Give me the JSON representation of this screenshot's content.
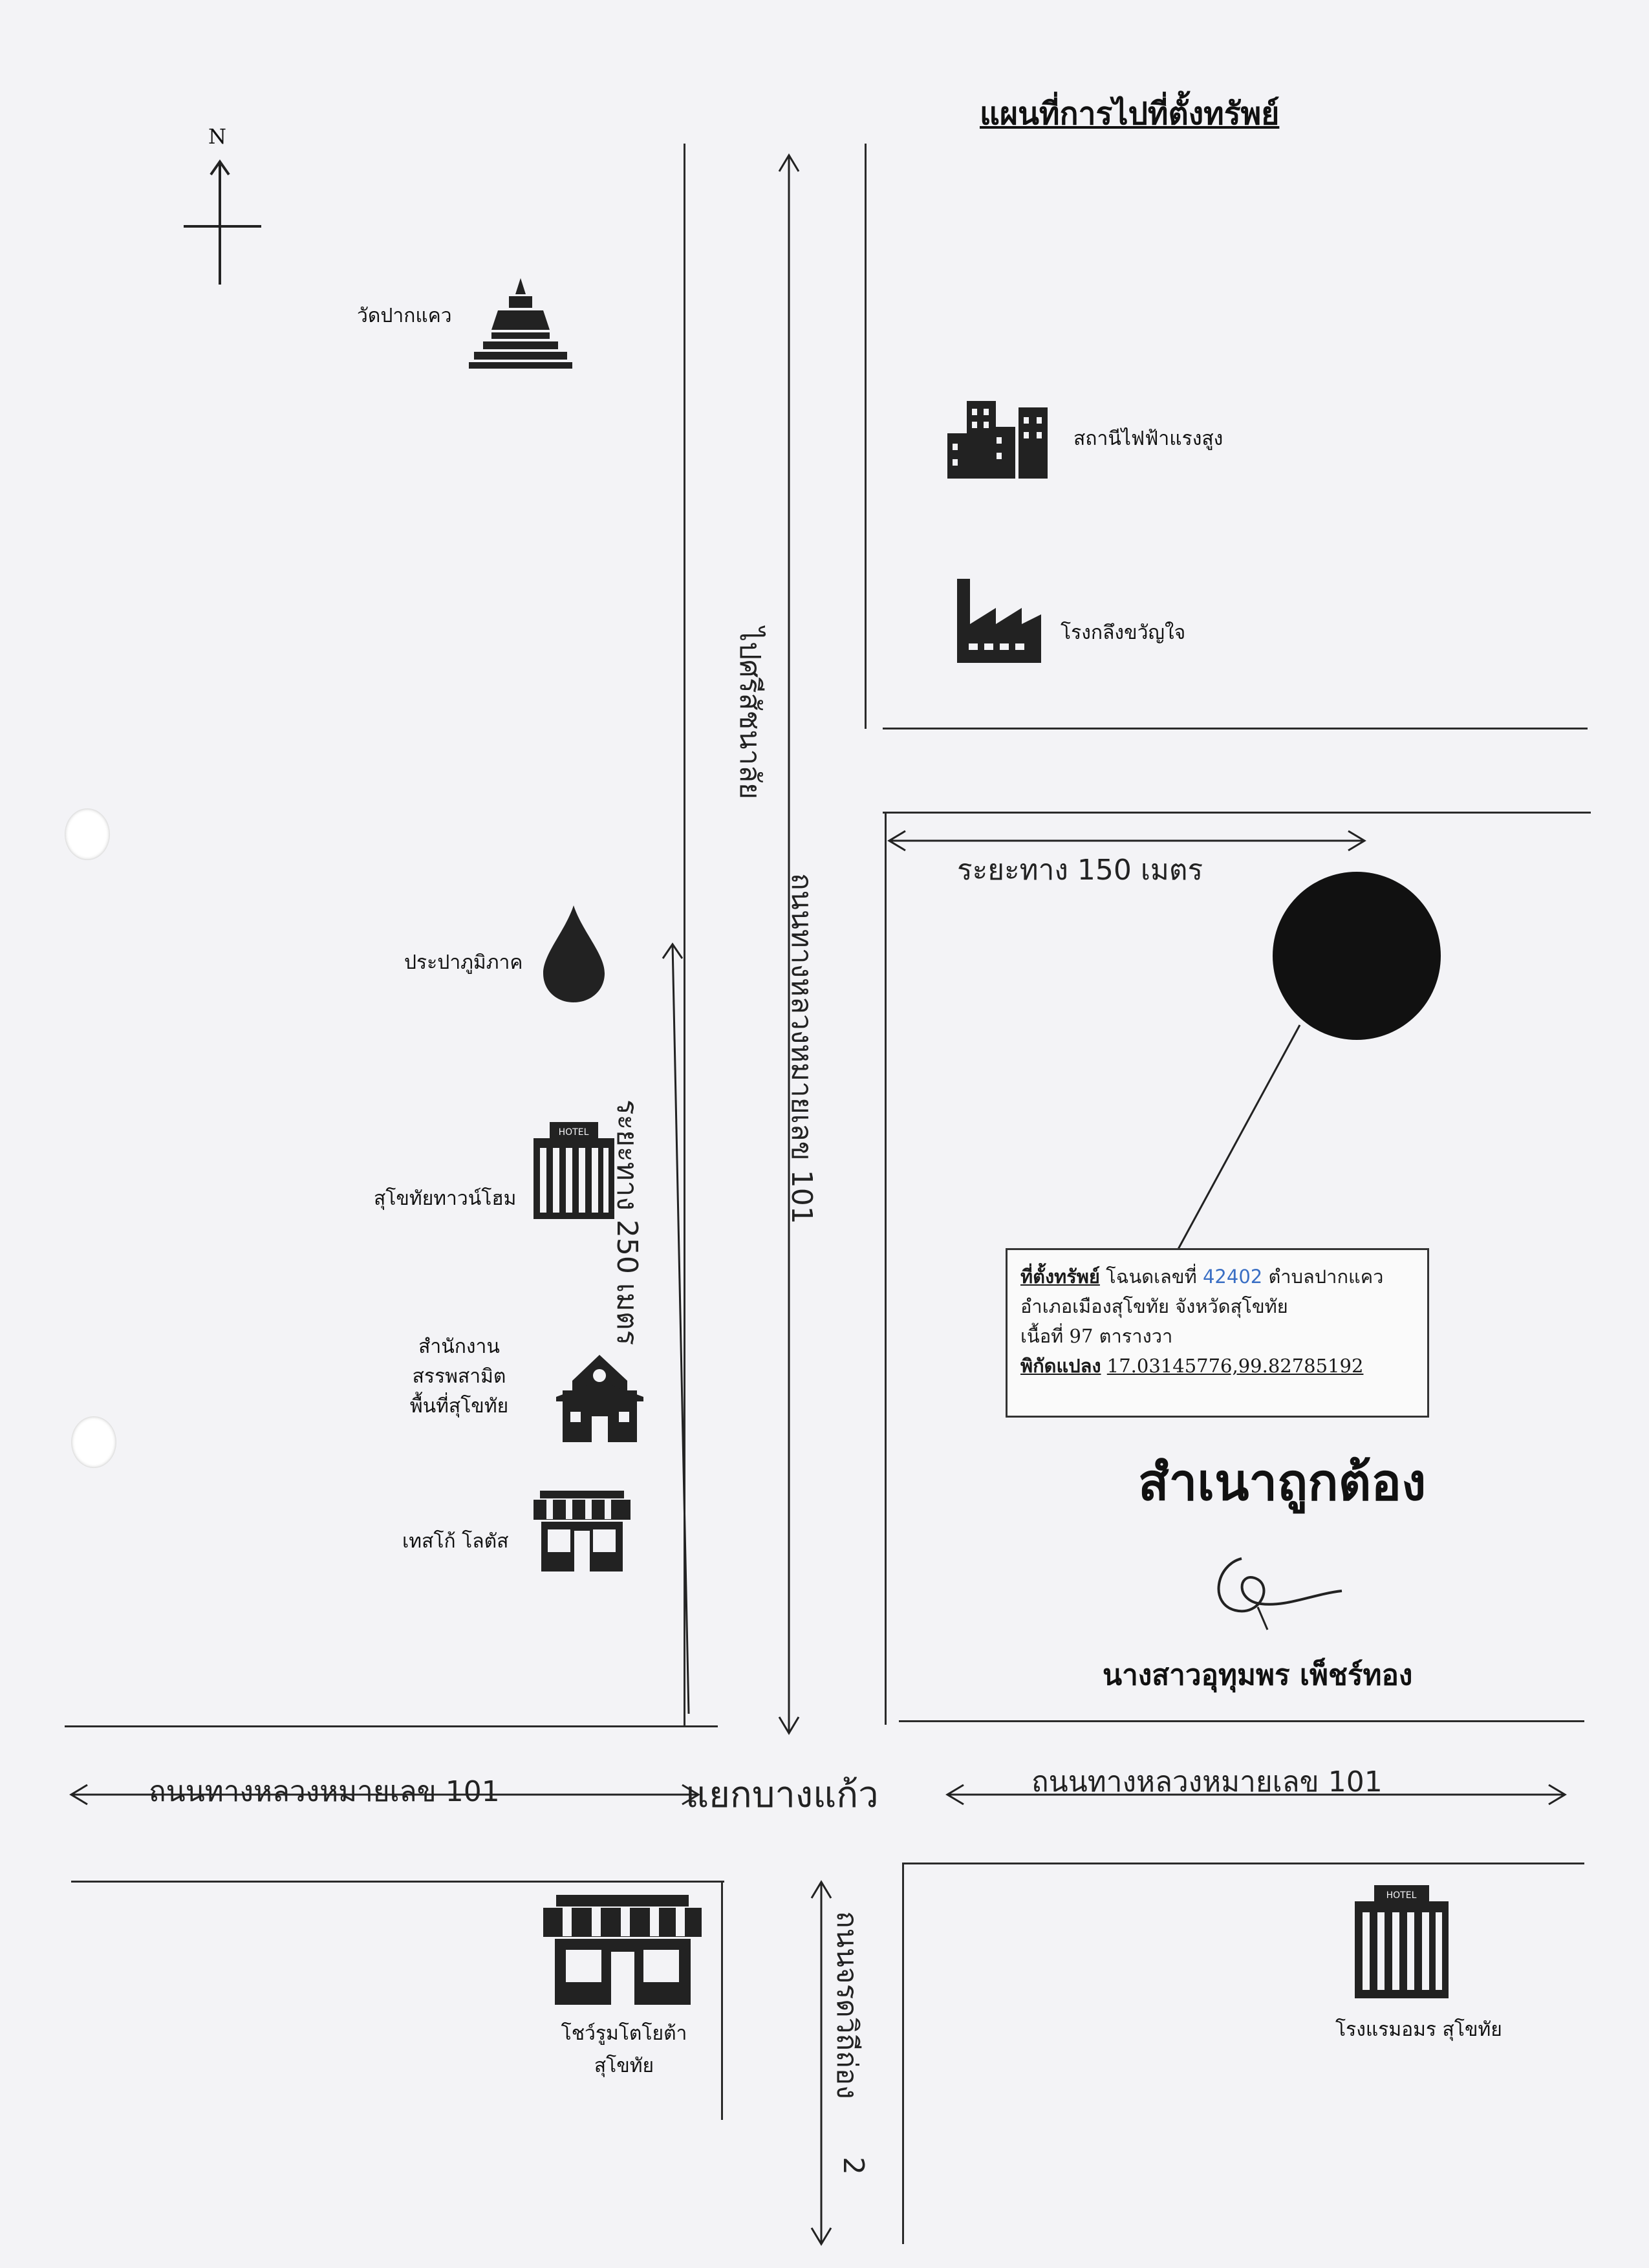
{
  "map": {
    "title": "แผนที่การไปที่ตั้งทรัพย์",
    "north_label": "N",
    "landmarks": {
      "wat": "วัดปากแคว",
      "substation": "สถานีไฟฟ้าแรงสูง",
      "mill": "โรงกลึงขวัญใจ",
      "waterworks": "ประปาภูมิภาค",
      "townhome": "สุโขทัยทาวน์โฮม",
      "excise_l1": "สำนักงาน",
      "excise_l2": "สรรพสามิต",
      "excise_l3": "พื้นที่สุโขทัย",
      "tesco": "เทสโก้ โลตัส",
      "showroom_l1": "โชว์รูมโตโยต้า",
      "showroom_l2": "สุโขทัย",
      "hotel": "โรงแรมอมร สุโขทัย"
    },
    "roads": {
      "hw101_vertical": "ถนนทางหลวงหมายเลข 101",
      "to_sri_satchanalai": "ไปศรีสัชนาลัย",
      "hw101_left": "ถนนทางหลวงหมายเลข 101",
      "hw101_right": "ถนนทางหลวงหมายเลข 101",
      "junction": "แยกบางแก้ว",
      "south_road": "ถนนจรดวิถีถ่อง",
      "south_road_mark": "2"
    },
    "distances": {
      "horizontal": "ระยะทาง 150 เมตร",
      "vertical": "ระยะทาง 250 เมตร"
    },
    "property": {
      "line1_label": "ที่ตั้งทรัพย์",
      "line1_text": "โฉนดเลขที่",
      "deed_no": "42402",
      "line1_suffix": "ตำบลปากแคว",
      "line2": "อำเภอเมืองสุโขทัย จังหวัดสุโขทัย",
      "line3": "เนื้อที่ 97 ตารางวา",
      "coord_label": "พิกัดแปลง",
      "coords": "17.03145776,99.82785192"
    },
    "certification": {
      "stamp": "สำเนาถูกต้อง",
      "signer": "นางสาวอุทุมพร เพ็ชร์ทอง"
    }
  }
}
